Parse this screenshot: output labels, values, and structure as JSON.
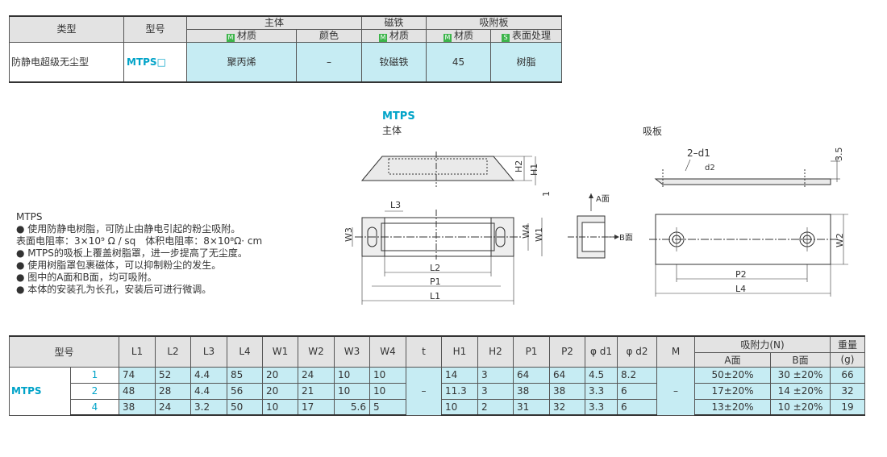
{
  "spec_table": {
    "headers": {
      "type": "类型",
      "model": "型号",
      "body": "主体",
      "magnet": "磁铁",
      "plate": "吸附板",
      "material": "材质",
      "color": "颜色",
      "surface": "表面处理",
      "badge_m": "M",
      "badge_s": "S"
    },
    "row": {
      "type": "防静电超级无尘型",
      "model": "MTPS□",
      "body_material": "聚丙烯",
      "body_color": "–",
      "magnet_material": "钕磁铁",
      "plate_material": "45",
      "plate_surface": "树脂"
    }
  },
  "description": {
    "title": "MTPS",
    "lines": [
      "● 使用防静电树脂，可防止由静电引起的粉尘吸附。",
      "表面电阻率：3×10⁹ Ω / sq　体积电阻率：8×10⁸Ω· cm",
      "● MTPS的吸板上覆盖树脂罩，进一步提高了无尘度。",
      "● 使用树脂罩包裹磁体，可以抑制粉尘的发生。",
      "● 图中的A面和B面，均可吸附。",
      "● 本体的安装孔为长孔，安装后可进行微调。"
    ]
  },
  "drawing": {
    "model_label": "MTPS",
    "body_label": "主体",
    "plate_label": "吸板",
    "dims": {
      "h2": "H2",
      "h1": "H1",
      "one": "1",
      "l3": "L3",
      "w3": "W3",
      "w4": "W4",
      "w1": "W1",
      "l2": "L2",
      "p1": "P1",
      "l1": "L1",
      "a_face": "A面",
      "b_face": "B面",
      "two_d1": "2–d1",
      "d2": "d2",
      "t35": "3.5",
      "w2": "W2",
      "p2": "P2",
      "l4": "L4"
    }
  },
  "data_table": {
    "headers": {
      "model": "型号",
      "cols": [
        "L1",
        "L2",
        "L3",
        "L4",
        "W1",
        "W2",
        "W3",
        "W4",
        "t",
        "H1",
        "H2",
        "P1",
        "P2",
        "φ d1",
        "φ d2",
        "M"
      ],
      "force": "吸附力(N)",
      "force_a": "A面",
      "force_b": "B面",
      "weight": "重量",
      "weight_unit": "(g)"
    },
    "model": "MTPS",
    "t_value": "–",
    "m_value": "–",
    "rows": [
      {
        "size": "1",
        "L1": "74",
        "L2": "52",
        "L3": "4.4",
        "L4": "85",
        "W1": "20",
        "W2": "24",
        "W3": "10",
        "W4": "10",
        "H1": "14",
        "H2": "3",
        "P1": "64",
        "P2": "64",
        "d1": "4.5",
        "d2": "8.2",
        "fa": "50±20%",
        "fb": "30 ±20%",
        "weight": "66"
      },
      {
        "size": "2",
        "L1": "48",
        "L2": "28",
        "L3": "4.4",
        "L4": "56",
        "W1": "20",
        "W2": "21",
        "W3": "10",
        "W4": "10",
        "H1": "11.3",
        "H2": "3",
        "P1": "38",
        "P2": "38",
        "d1": "3.3",
        "d2": "6",
        "fa": "17±20%",
        "fb": "14 ±20%",
        "weight": "32"
      },
      {
        "size": "4",
        "L1": "38",
        "L2": "24",
        "L3": "3.2",
        "L4": "50",
        "W1": "10",
        "W2": "17",
        "W3": "5.6",
        "W4": "5",
        "H1": "10",
        "H2": "2",
        "P1": "31",
        "P2": "32",
        "d1": "3.3",
        "d2": "6",
        "fa": "13±20%",
        "fb": "10 ±20%",
        "weight": "19"
      }
    ]
  },
  "colors": {
    "accent_blue": "#00a3c8",
    "cell_cyan": "#c6ecf3",
    "header_gray": "#e3e3e3",
    "badge_green": "#3cb44a"
  }
}
